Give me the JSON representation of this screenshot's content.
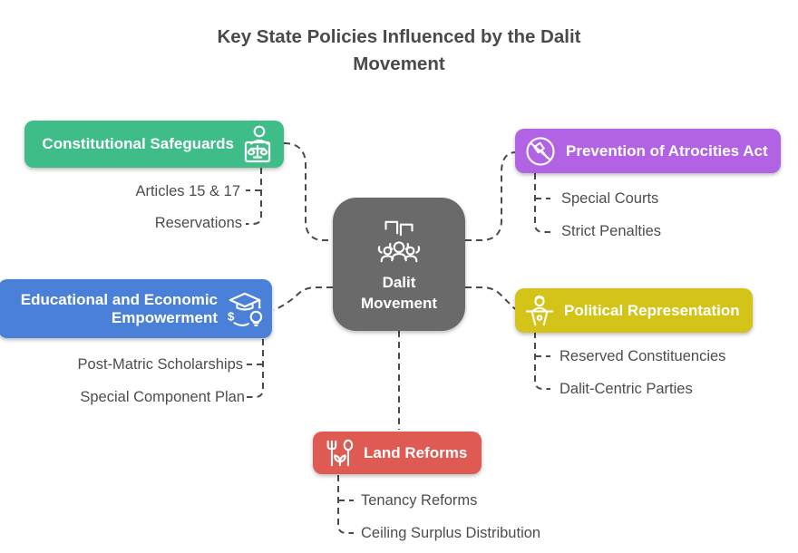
{
  "title": {
    "line1": "Key State Policies Influenced by the Dalit",
    "line2": "Movement"
  },
  "center": {
    "label_line1": "Dalit",
    "label_line2": "Movement",
    "icon": "protest-crowd-icon",
    "color": "#6a6a6a"
  },
  "branches": [
    {
      "id": "constitutional-safeguards",
      "label": "Constitutional Safeguards",
      "icon": "justice-person-icon",
      "color": "#3ebd88",
      "items": [
        {
          "label": "Articles 15 & 17"
        },
        {
          "label": "Reservations"
        }
      ]
    },
    {
      "id": "prevention-of-atrocities-act",
      "label": "Prevention of Atrocities Act",
      "icon": "no-violence-icon",
      "color": "#b163e3",
      "items": [
        {
          "label": "Special Courts"
        },
        {
          "label": "Strict Penalties"
        }
      ]
    },
    {
      "id": "educational-and-economic-empowerment",
      "label": "Educational and Economic Empowerment",
      "icon": "education-economy-icon",
      "color": "#4a80d8",
      "items": [
        {
          "label": "Post-Matric Scholarships"
        },
        {
          "label": "Special Component Plan"
        }
      ]
    },
    {
      "id": "political-representation",
      "label": "Political Representation",
      "icon": "podium-speaker-icon",
      "color": "#d4c319",
      "items": [
        {
          "label": "Reserved Constituencies"
        },
        {
          "label": "Dalit-Centric Parties"
        }
      ]
    },
    {
      "id": "land-reforms",
      "label": "Land Reforms",
      "icon": "agriculture-icon",
      "color": "#e05a54",
      "items": [
        {
          "label": "Tenancy Reforms"
        },
        {
          "label": "Ceiling Surplus Distribution"
        }
      ]
    }
  ],
  "colors": {
    "background": "#ffffff",
    "title_text": "#4a4a4a",
    "subitem_text": "#4d4d4d",
    "connector": "#4a4a4a",
    "node_text": "#ffffff"
  }
}
